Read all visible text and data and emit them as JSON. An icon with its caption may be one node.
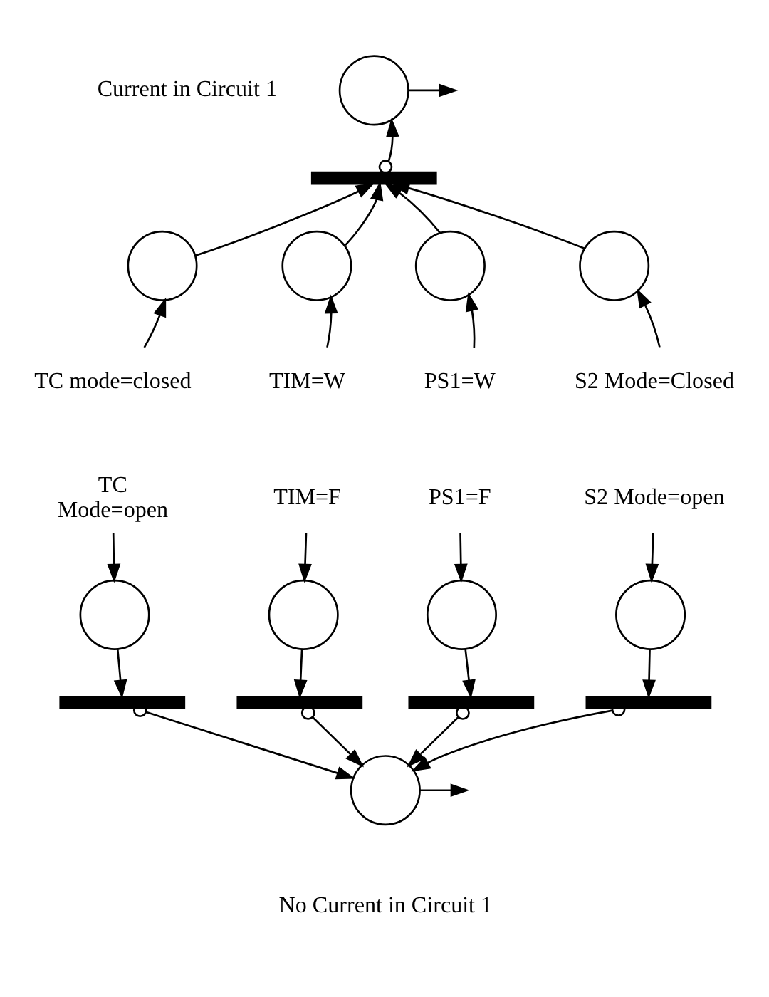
{
  "diagram": {
    "nodes": [
      {
        "text": [],
        "shape": "circle",
        "beside": [
          "Current in Circuit 1"
        ]
      },
      {
        "text": [],
        "shape": "bar"
      },
      {
        "text": [],
        "shape": "circle"
      },
      {
        "text": [],
        "shape": "circle"
      },
      {
        "text": [],
        "shape": "circle"
      },
      {
        "text": [],
        "shape": "circle"
      },
      {
        "text": [
          "TC mode=closed"
        ]
      },
      {
        "text": [
          "TIM=W"
        ]
      },
      {
        "text": [
          "PS1=W"
        ]
      },
      {
        "text": [
          "S2 Mode=Closed"
        ]
      },
      {
        "text": [
          "TC",
          "Mode=open"
        ]
      },
      {
        "text": [
          "TIM=F"
        ]
      },
      {
        "text": [
          "PS1=F"
        ]
      },
      {
        "text": [
          "S2 Mode=open"
        ]
      },
      {
        "text": [],
        "shape": "circle"
      },
      {
        "text": [],
        "shape": "circle"
      },
      {
        "text": [],
        "shape": "circle"
      },
      {
        "text": [],
        "shape": "circle"
      },
      {
        "text": [],
        "shape": "bar"
      },
      {
        "text": [],
        "shape": "bar"
      },
      {
        "text": [],
        "shape": "bar"
      },
      {
        "text": [],
        "shape": "bar"
      },
      {
        "text": [],
        "shape": "circle",
        "beside": [
          "No Current in Circuit 1"
        ]
      }
    ],
    "edges": [
      {
        "from": 0,
        "to": null,
        "arrow": "to"
      },
      {
        "from": 1,
        "to": 0,
        "arrow": "to"
      },
      {
        "from": 2,
        "to": 1,
        "arrow": "to"
      },
      {
        "from": 3,
        "to": 1,
        "arrow": "to"
      },
      {
        "from": 4,
        "to": 1,
        "arrow": "to"
      },
      {
        "from": 5,
        "to": 1,
        "arrow": "to"
      },
      {
        "from": 6,
        "to": 2,
        "arrow": "to"
      },
      {
        "from": 7,
        "to": 3,
        "arrow": "to"
      },
      {
        "from": 8,
        "to": 4,
        "arrow": "to"
      },
      {
        "from": 9,
        "to": 5,
        "arrow": "to"
      },
      {
        "from": 10,
        "to": 14,
        "arrow": "to"
      },
      {
        "from": 11,
        "to": 15,
        "arrow": "to"
      },
      {
        "from": 12,
        "to": 16,
        "arrow": "to"
      },
      {
        "from": 13,
        "to": 17,
        "arrow": "to"
      },
      {
        "from": 14,
        "to": 18,
        "arrow": "to"
      },
      {
        "from": 15,
        "to": 19,
        "arrow": "to"
      },
      {
        "from": 16,
        "to": 20,
        "arrow": "to"
      },
      {
        "from": 17,
        "to": 21,
        "arrow": "to"
      },
      {
        "from": 18,
        "to": 22,
        "arrow": "to"
      },
      {
        "from": 19,
        "to": 22,
        "arrow": "to"
      },
      {
        "from": 20,
        "to": 22,
        "arrow": "to"
      },
      {
        "from": 21,
        "to": 22,
        "arrow": "to"
      },
      {
        "from": 22,
        "to": null,
        "arrow": "to"
      }
    ]
  }
}
